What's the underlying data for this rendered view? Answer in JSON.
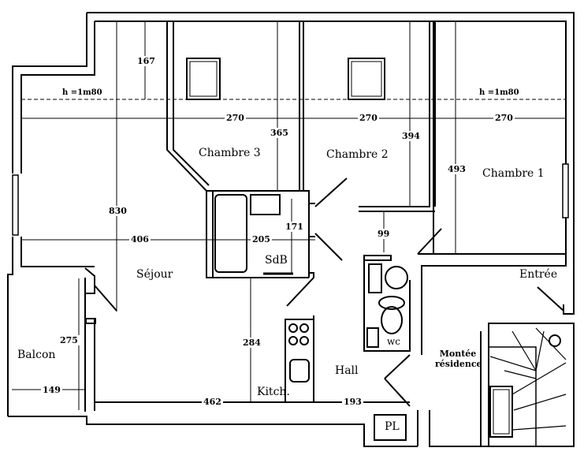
{
  "rooms": {
    "chambre3": "Chambre 3",
    "chambre2": "Chambre 2",
    "chambre1": "Chambre 1",
    "sejour": "Séjour",
    "sdb": "SdB",
    "balcon": "Balcon",
    "entree": "Entrée",
    "hall": "Hall",
    "kitch": "Kitch.",
    "wc": "wc",
    "pl": "PL",
    "montee_line1": "Montée",
    "montee_line2": "résidence"
  },
  "ceiling_height": {
    "left": "h =1m80",
    "right": "h =1m80"
  },
  "dimensions": {
    "d167": "167",
    "d270a": "270",
    "d270b": "270",
    "d270c": "270",
    "d365": "365",
    "d394": "394",
    "d493": "493",
    "d830": "830",
    "d406": "406",
    "d205": "205",
    "d171": "171",
    "d99": "99",
    "d275": "275",
    "d284": "284",
    "d149": "149",
    "d462": "462",
    "d193": "193"
  },
  "colors": {
    "walls": "#000000",
    "background": "#ffffff"
  }
}
